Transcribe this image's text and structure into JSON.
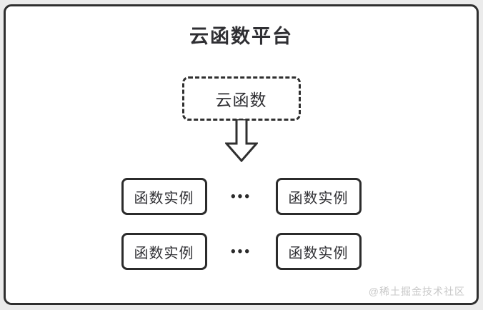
{
  "canvas": {
    "background": "#ebebeb",
    "ink_color": "#2f2f2f",
    "frame_background": "#ffffff"
  },
  "diagram": {
    "title": "云函数平台",
    "cloud_function_label": "云函数",
    "arrow_icon": "down-block-arrow",
    "rows": [
      {
        "left_label": "函数实例",
        "dots": "•••",
        "right_label": "函数实例"
      },
      {
        "left_label": "函数实例",
        "dots": "•••",
        "right_label": "函数实例"
      }
    ],
    "watermark": "@稀土掘金技术社区"
  }
}
